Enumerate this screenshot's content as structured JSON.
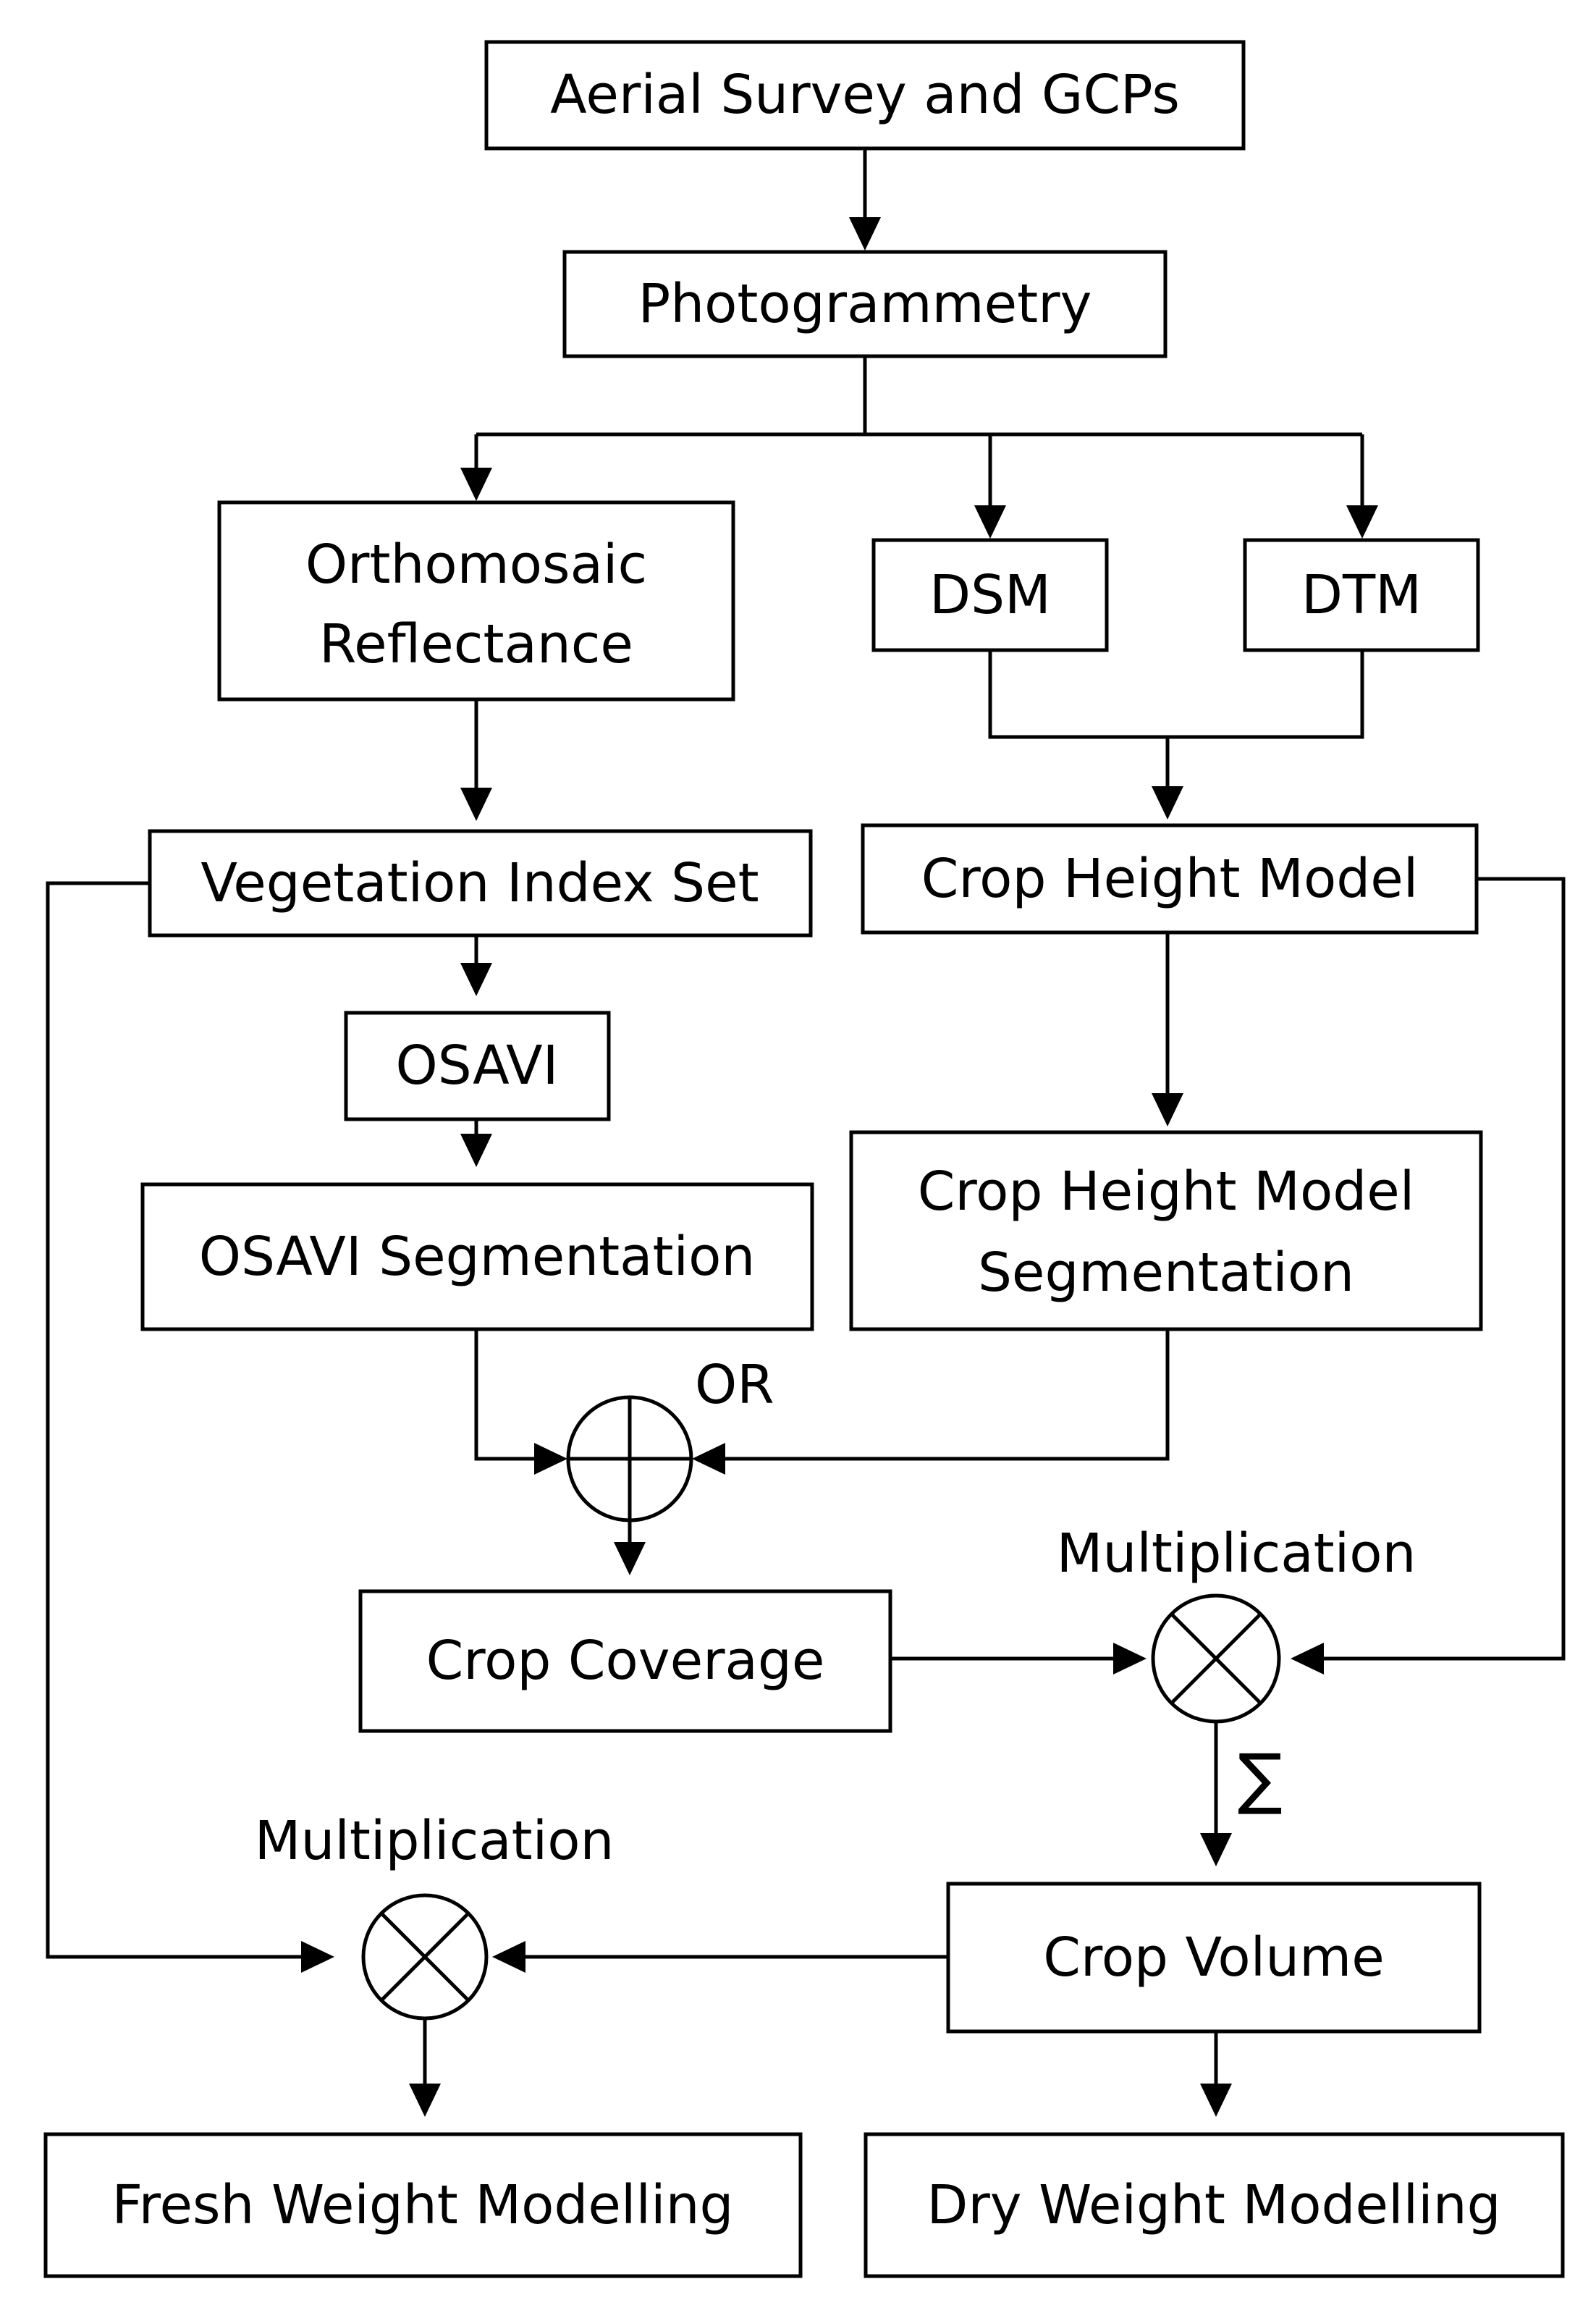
{
  "boxes": {
    "aerial": "Aerial Survey and GCPs",
    "photogrammetry": "Photogrammetry",
    "ortho_line1": "Orthomosaic",
    "ortho_line2": "Reflectance",
    "dsm": "DSM",
    "dtm": "DTM",
    "veg_index": "Vegetation Index Set",
    "chm": "Crop Height Model",
    "osavi": "OSAVI",
    "osavi_seg": "OSAVI Segmentation",
    "chm_seg_line1": "Crop Height Model",
    "chm_seg_line2": "Segmentation",
    "crop_coverage": "Crop Coverage",
    "crop_volume": "Crop Volume",
    "fresh_weight": "Fresh Weight Modelling",
    "dry_weight": "Dry Weight Modelling"
  },
  "operators": {
    "or_label": "OR",
    "mult_right_label": "Multiplication",
    "sum_label": "∑",
    "mult_left_label": "Multiplication"
  }
}
